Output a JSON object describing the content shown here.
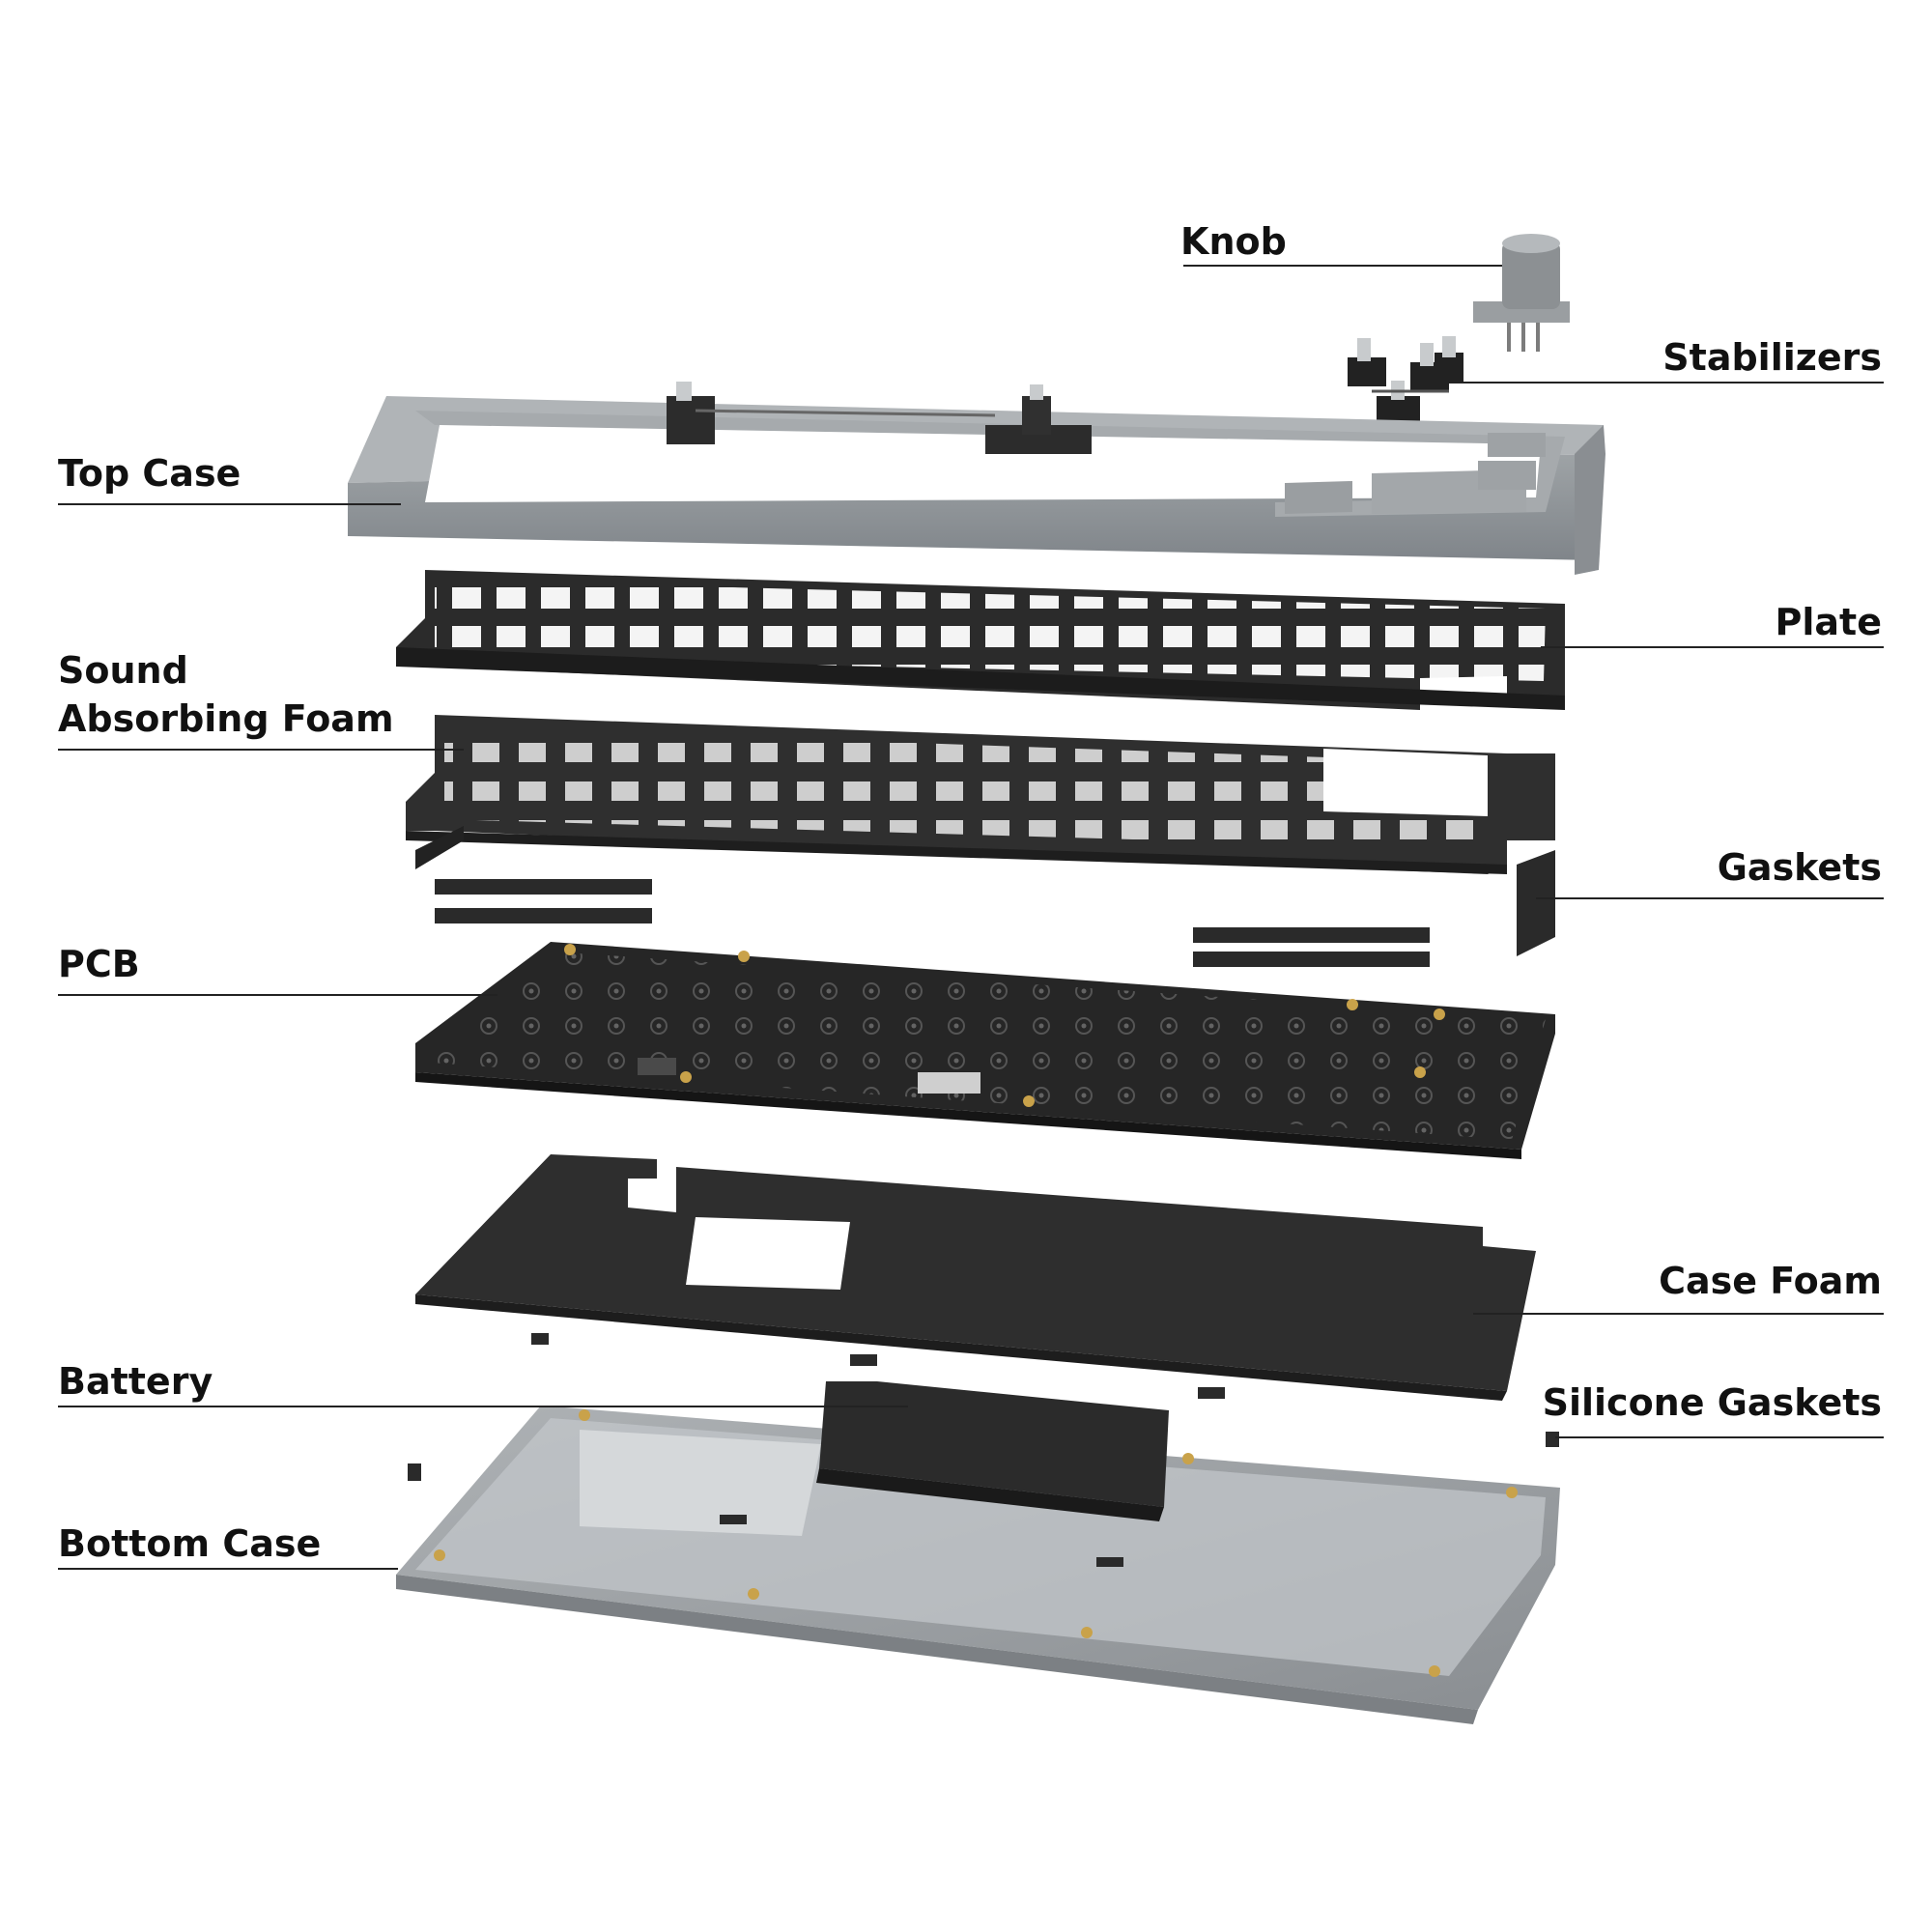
{
  "labels": {
    "knob": "Knob",
    "stabilizers": "Stabilizers",
    "top_case": "Top Case",
    "plate": "Plate",
    "sound_foam_line1": "Sound",
    "sound_foam_line2": "Absorbing Foam",
    "gaskets": "Gaskets",
    "pcb": "PCB",
    "case_foam": "Case Foam",
    "battery": "Battery",
    "silicone_gaskets": "Silicone Gaskets",
    "bottom_case": "Bottom Case"
  },
  "colors": {
    "aluminum": "#8f9497",
    "aluminum_light": "#b4b8bb",
    "aluminum_dark": "#6e7275",
    "plate": "#2b2b2b",
    "foam": "#2f2f2f",
    "pcb": "#262626",
    "gold": "#c9a24a",
    "line": "#222222"
  }
}
